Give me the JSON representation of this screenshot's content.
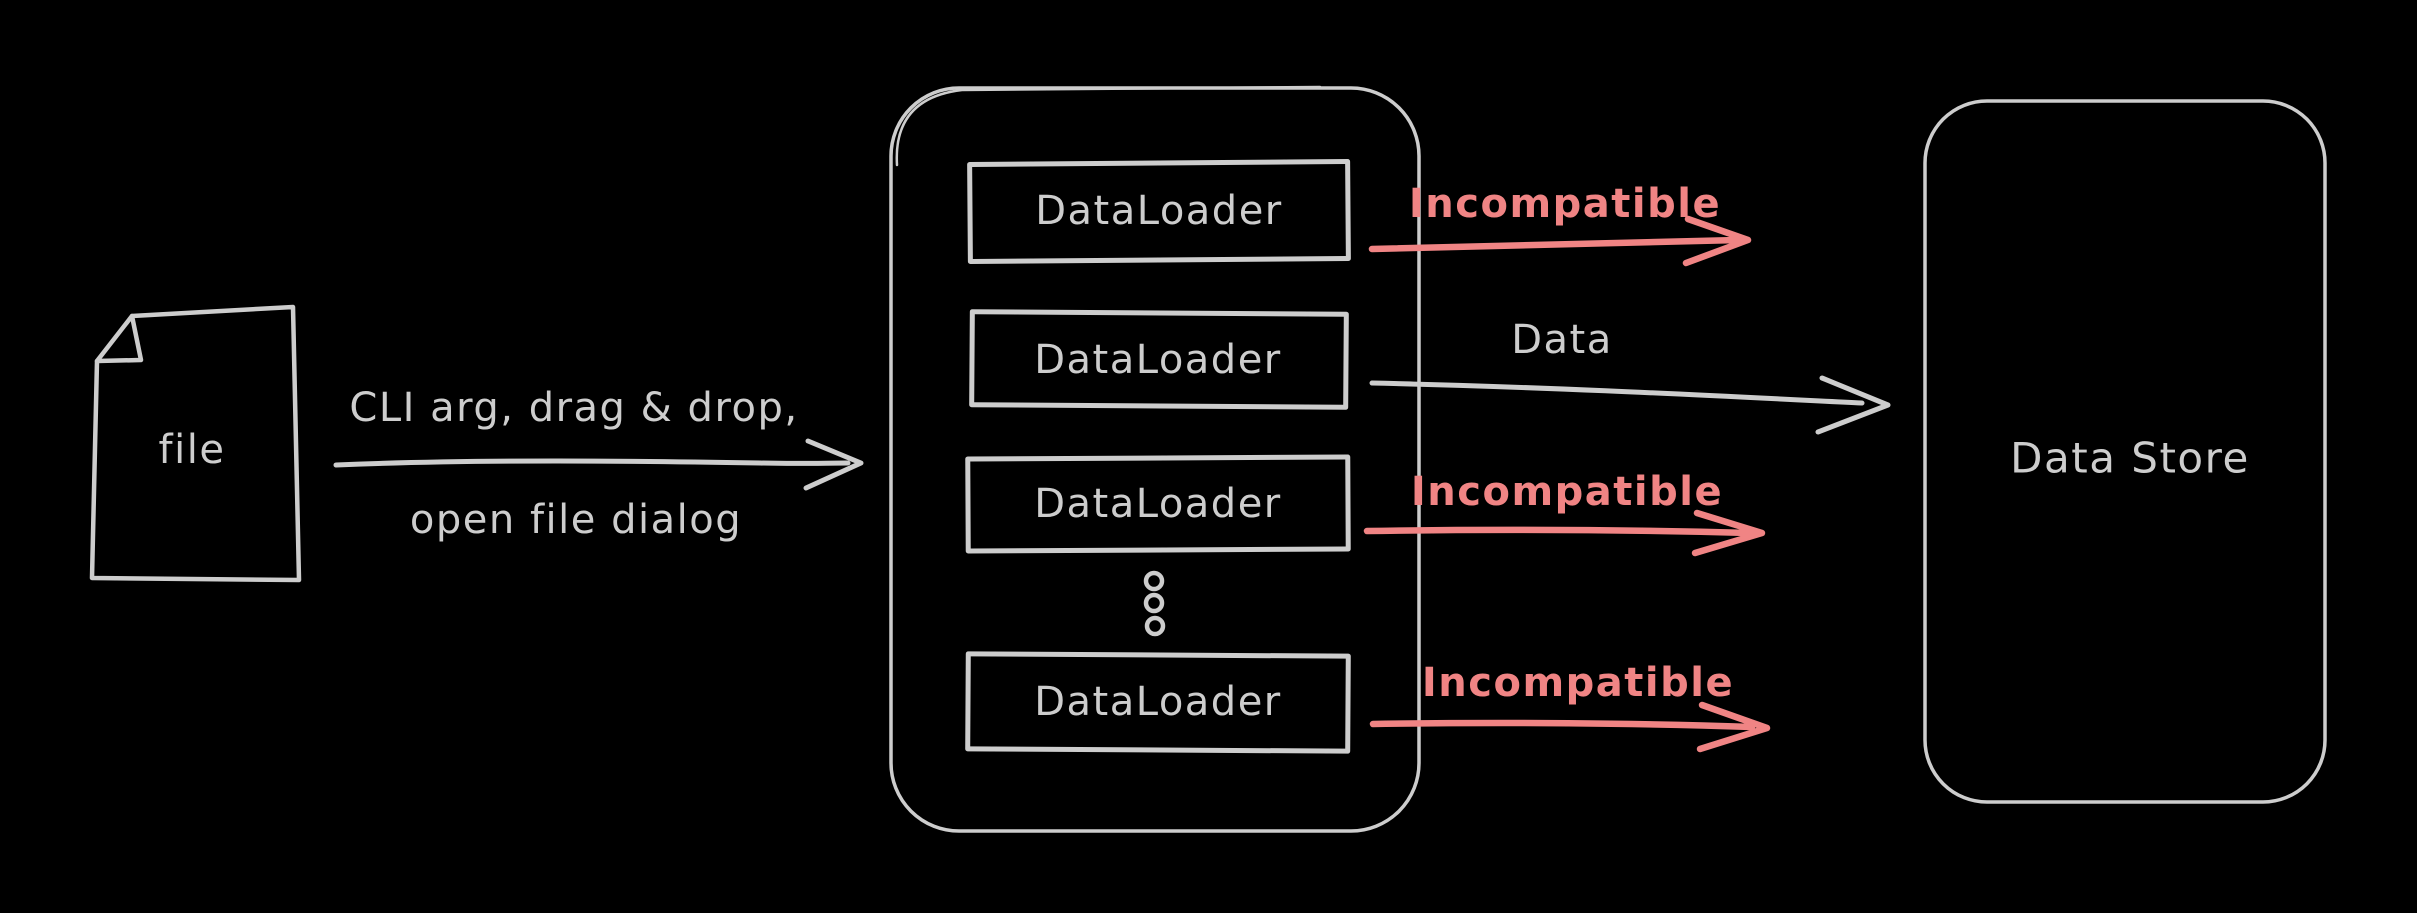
{
  "theme": {
    "background": "#000000",
    "stroke_color": "#cdcdcd",
    "accent_color": "#f08484"
  },
  "file_node": {
    "label": "file"
  },
  "input_arrow": {
    "label_top": "CLI arg, drag & drop,",
    "label_bottom": "open file dialog"
  },
  "pipeline": {
    "loaders": [
      {
        "label": "DataLoader"
      },
      {
        "label": "DataLoader"
      },
      {
        "label": "DataLoader"
      },
      {
        "label": "DataLoader"
      }
    ],
    "icons": {
      "ellipsis": "vertical-ellipsis-dots"
    }
  },
  "outputs": [
    {
      "label": "Incompatible",
      "status": "incompatible",
      "color": "#f08484"
    },
    {
      "label": "Data",
      "status": "compatible",
      "color": "#cdcdcd"
    },
    {
      "label": "Incompatible",
      "status": "incompatible",
      "color": "#f08484"
    },
    {
      "label": "Incompatible",
      "status": "incompatible",
      "color": "#f08484"
    }
  ],
  "data_store": {
    "label": "Data Store"
  }
}
